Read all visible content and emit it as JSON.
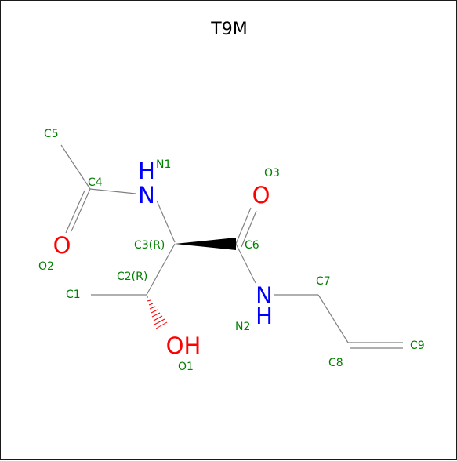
{
  "title": "T9M",
  "colors": {
    "bond": "#808080",
    "carbon_label": "#008000",
    "nitrogen": "#0000ff",
    "oxygen": "#ff0000",
    "wedge": "#000000",
    "frame": "#1a1a1a"
  },
  "heavy_atoms": {
    "n1": "H\nN",
    "n2": "N\nH",
    "o2": "O",
    "o3": "O",
    "o1": "OH"
  },
  "atom_labels": {
    "c5": "C5",
    "c4": "C4",
    "n1": "N1",
    "o3": "O3",
    "o2": "O2",
    "c3": "C3(R)",
    "c6": "C6",
    "c2": "C2(R)",
    "c1": "C1",
    "c7": "C7",
    "n2": "N2",
    "o1": "O1",
    "c9": "C9",
    "c8": "C8"
  }
}
